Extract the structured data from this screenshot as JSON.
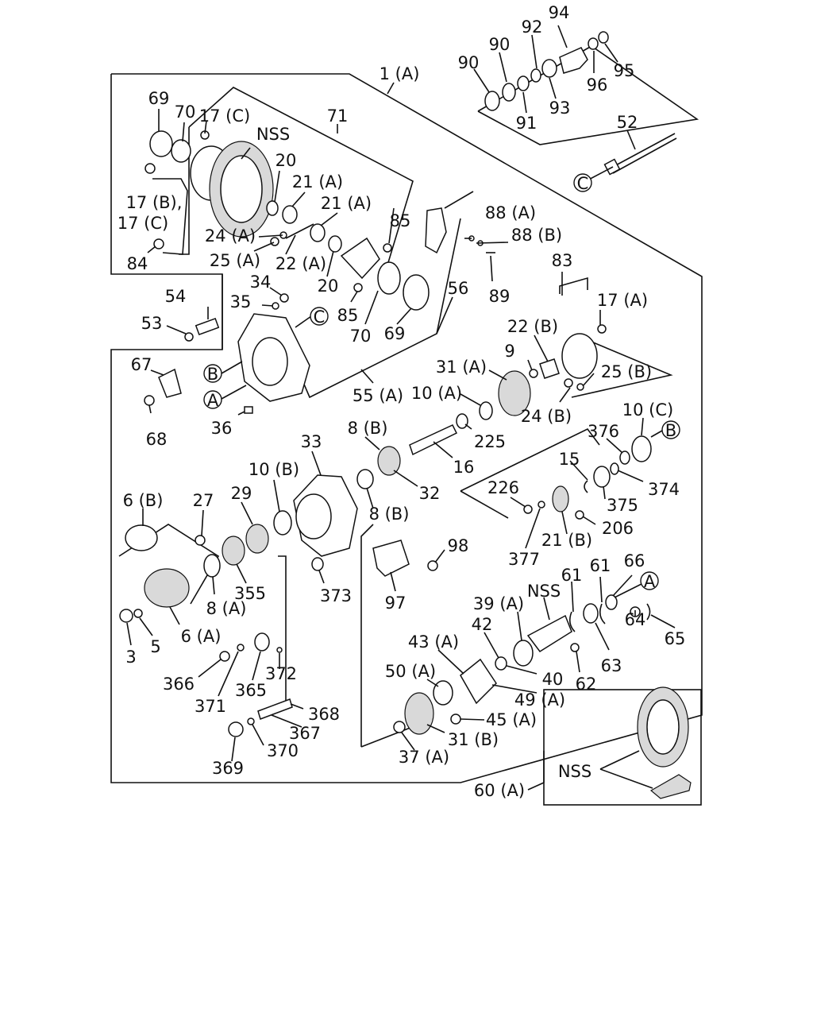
{
  "diagram": {
    "labels": [
      {
        "id": "l94",
        "text": "94"
      },
      {
        "id": "l90a",
        "text": "90"
      },
      {
        "id": "l90b",
        "text": "90"
      },
      {
        "id": "l92",
        "text": "92"
      },
      {
        "id": "l96",
        "text": "96"
      },
      {
        "id": "l95",
        "text": "95"
      },
      {
        "id": "l91",
        "text": "91"
      },
      {
        "id": "l93",
        "text": "93"
      },
      {
        "id": "l1a",
        "text": "1 (A)"
      },
      {
        "id": "l52",
        "text": "52"
      },
      {
        "id": "l69a",
        "text": "69"
      },
      {
        "id": "l70a",
        "text": "70"
      },
      {
        "id": "l17c1",
        "text": "17 (C)"
      },
      {
        "id": "l71",
        "text": "71"
      },
      {
        "id": "lnss1",
        "text": "NSS"
      },
      {
        "id": "l20a",
        "text": "20"
      },
      {
        "id": "l21a1",
        "text": "21 (A)"
      },
      {
        "id": "l21a2",
        "text": "21 (A)"
      },
      {
        "id": "l17b",
        "text": "17 (B),"
      },
      {
        "id": "l17c2",
        "text": "17 (C)"
      },
      {
        "id": "l85a",
        "text": "85"
      },
      {
        "id": "l88a",
        "text": "88 (A)"
      },
      {
        "id": "l88b",
        "text": "88 (B)"
      },
      {
        "id": "l24a",
        "text": "24 (A)"
      },
      {
        "id": "l25a",
        "text": "25 (A)"
      },
      {
        "id": "l22a",
        "text": "22 (A)"
      },
      {
        "id": "l84",
        "text": "84"
      },
      {
        "id": "l20b",
        "text": "20"
      },
      {
        "id": "l89",
        "text": "89"
      },
      {
        "id": "l83",
        "text": "83"
      },
      {
        "id": "l34",
        "text": "34"
      },
      {
        "id": "l35",
        "text": "35"
      },
      {
        "id": "l85b",
        "text": "85"
      },
      {
        "id": "l56",
        "text": "56"
      },
      {
        "id": "l17a",
        "text": "17 (A)"
      },
      {
        "id": "l54",
        "text": "54"
      },
      {
        "id": "l53",
        "text": "53"
      },
      {
        "id": "l70b",
        "text": "70"
      },
      {
        "id": "l69b",
        "text": "69"
      },
      {
        "id": "l22b",
        "text": "22 (B)"
      },
      {
        "id": "l9",
        "text": "9"
      },
      {
        "id": "l31a",
        "text": "31 (A)"
      },
      {
        "id": "l25b",
        "text": "25 (B)"
      },
      {
        "id": "l67",
        "text": "67"
      },
      {
        "id": "l55a",
        "text": "55 (A)"
      },
      {
        "id": "l10a",
        "text": "10 (A)"
      },
      {
        "id": "l24b",
        "text": "24 (B)"
      },
      {
        "id": "l10c",
        "text": "10 (C)"
      },
      {
        "id": "l68",
        "text": "68"
      },
      {
        "id": "l36",
        "text": "36"
      },
      {
        "id": "l8b1",
        "text": "8 (B)"
      },
      {
        "id": "l225",
        "text": "225"
      },
      {
        "id": "l376",
        "text": "376"
      },
      {
        "id": "l33",
        "text": "33"
      },
      {
        "id": "l16",
        "text": "16"
      },
      {
        "id": "l15",
        "text": "15"
      },
      {
        "id": "l10b",
        "text": "10 (B)"
      },
      {
        "id": "l32",
        "text": "32"
      },
      {
        "id": "l374",
        "text": "374"
      },
      {
        "id": "l226",
        "text": "226"
      },
      {
        "id": "l6b",
        "text": "6 (B)"
      },
      {
        "id": "l27",
        "text": "27"
      },
      {
        "id": "l29",
        "text": "29"
      },
      {
        "id": "l8b2",
        "text": "8 (B)"
      },
      {
        "id": "l375",
        "text": "375"
      },
      {
        "id": "l206",
        "text": "206"
      },
      {
        "id": "l98",
        "text": "98"
      },
      {
        "id": "l21b",
        "text": "21 (B)"
      },
      {
        "id": "l377",
        "text": "377"
      },
      {
        "id": "l61a",
        "text": "61"
      },
      {
        "id": "l61b",
        "text": "61"
      },
      {
        "id": "l66",
        "text": "66"
      },
      {
        "id": "l355",
        "text": "355"
      },
      {
        "id": "l8a",
        "text": "8 (A)"
      },
      {
        "id": "l373",
        "text": "373"
      },
      {
        "id": "l97",
        "text": "97"
      },
      {
        "id": "l39a",
        "text": "39 (A)"
      },
      {
        "id": "lnss2",
        "text": "NSS"
      },
      {
        "id": "l42",
        "text": "42"
      },
      {
        "id": "l64",
        "text": "64"
      },
      {
        "id": "l65",
        "text": "65"
      },
      {
        "id": "l6a",
        "text": "6 (A)"
      },
      {
        "id": "l3",
        "text": "3"
      },
      {
        "id": "l5",
        "text": "5"
      },
      {
        "id": "l43a",
        "text": "43 (A)"
      },
      {
        "id": "l63",
        "text": "63"
      },
      {
        "id": "l40",
        "text": "40"
      },
      {
        "id": "l62",
        "text": "62"
      },
      {
        "id": "l366",
        "text": "366"
      },
      {
        "id": "l372",
        "text": "372"
      },
      {
        "id": "l50a",
        "text": "50 (A)"
      },
      {
        "id": "l49a",
        "text": "49 (A)"
      },
      {
        "id": "l365",
        "text": "365"
      },
      {
        "id": "l371",
        "text": "371"
      },
      {
        "id": "l368",
        "text": "368"
      },
      {
        "id": "l45a",
        "text": "45 (A)"
      },
      {
        "id": "l367",
        "text": "367"
      },
      {
        "id": "l31b",
        "text": "31 (B)"
      },
      {
        "id": "l370",
        "text": "370"
      },
      {
        "id": "l369",
        "text": "369"
      },
      {
        "id": "l37a",
        "text": "37 (A)"
      },
      {
        "id": "lnss3",
        "text": "NSS"
      },
      {
        "id": "l60a",
        "text": "60 (A)"
      }
    ],
    "refs": [
      {
        "id": "rc1",
        "text": "C"
      },
      {
        "id": "rc2",
        "text": "C"
      },
      {
        "id": "rb1",
        "text": "B"
      },
      {
        "id": "ra1",
        "text": "A"
      },
      {
        "id": "rb2",
        "text": "B"
      },
      {
        "id": "ra2",
        "text": "A"
      }
    ]
  }
}
